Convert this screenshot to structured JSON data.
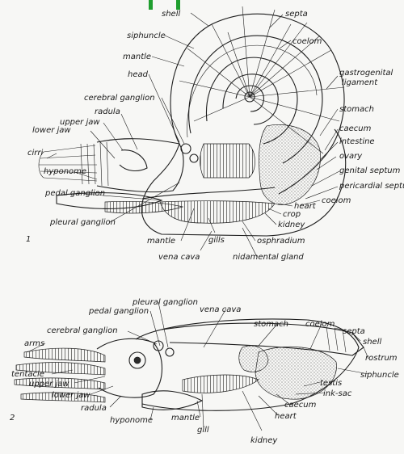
{
  "accent_color": "#1f9e2e",
  "figure1": {
    "number": "1",
    "labels": {
      "shell": "shell",
      "septa": "septa",
      "siphuncle": "siphuncle",
      "coelom_top": "coelom",
      "mantle_top": "mantle",
      "head": "head",
      "gastrogenital_ligament_1": "gastrogenital",
      "gastrogenital_ligament_2": "ligament",
      "cerebral_ganglion": "cerebral ganglion",
      "stomach": "stomach",
      "radula": "radula",
      "upper_jaw": "upper jaw",
      "lower_jaw": "lower jaw",
      "caecum": "caecum",
      "intestine": "intestine",
      "cirri": "cirri",
      "ovary": "ovary",
      "genital_septum": "genital septum",
      "hyponome": "hyponome",
      "pericardial_septum": "pericardial septum",
      "pedal_ganglion": "pedal ganglion",
      "coelom_bottom": "coelom",
      "heart": "heart",
      "crop": "crop",
      "kidney": "kidney",
      "pleural_ganglion": "pleural ganglion",
      "mantle_bottom": "mantle",
      "gills": "gills",
      "osphradium": "osphradium",
      "vena_cava": "vena cava",
      "nidamental_gland": "nidamental gland"
    }
  },
  "figure2": {
    "number": "2",
    "labels": {
      "pleural_ganglion": "pleural ganglion",
      "pedal_ganglion": "pedal ganglion",
      "vena_cava": "vena cava",
      "stomach": "stomach",
      "coelom": "coelom",
      "cerebral_ganglion": "cerebral ganglion",
      "septa": "septa",
      "shell": "shell",
      "arms": "arms",
      "rostrum": "rostrum",
      "siphuncle": "siphuncle",
      "tentacle": "tentacle",
      "testis": "testis",
      "upper_jaw": "upper jaw",
      "ink_sac": "ink-sac",
      "lower_jaw": "lower jaw",
      "caecum": "caecum",
      "radula": "radula",
      "mantle": "mantle",
      "heart": "heart",
      "hyponome": "hyponome",
      "gill": "gill",
      "kidney": "kidney"
    }
  }
}
